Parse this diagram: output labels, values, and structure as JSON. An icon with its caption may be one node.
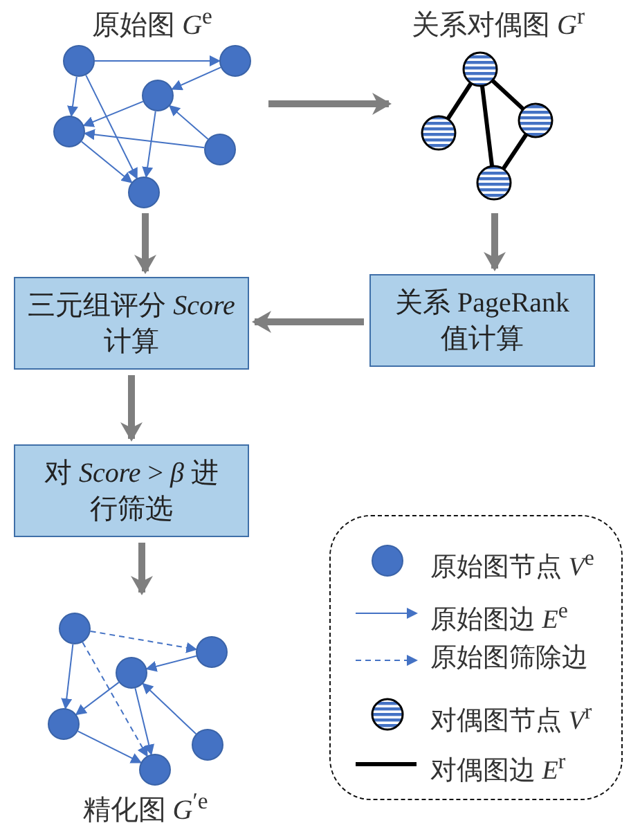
{
  "diagram": {
    "nodes": [
      {
        "text": [
          "原始图 *G*$^{e}$"
        ]
      },
      {
        "text": [
          "关系对偶图 *G*$^{r}$"
        ]
      },
      {
        "text": [
          "三元组评分 *Score* 计算"
        ]
      },
      {
        "text": [
          "关系 PageRank值计算"
        ]
      },
      {
        "text": [
          "对 *Score* > *β* 进行筛选"
        ]
      },
      {
        "text": [
          "精化图 *G*$^{′e}$"
        ]
      }
    ],
    "edges": [
      {
        "from": 0,
        "to": 1,
        "arrow": "to"
      },
      {
        "from": 0,
        "to": 2,
        "arrow": "to"
      },
      {
        "from": 1,
        "to": 3,
        "arrow": "to"
      },
      {
        "from": 3,
        "to": 2,
        "arrow": "to"
      },
      {
        "from": 2,
        "to": 4,
        "arrow": "to"
      },
      {
        "from": 4,
        "to": 5,
        "arrow": "to"
      }
    ],
    "legend": [
      {
        "text": "原始图节点 *V*$^{e}$"
      },
      {
        "text": "原始图边 *E*$^{e}$"
      },
      {
        "text": "原始图筛除边"
      },
      {
        "text": "对偶图节点 *V*$^{r}$"
      },
      {
        "text": "对偶图边 *E*$^{r}$"
      }
    ]
  }
}
